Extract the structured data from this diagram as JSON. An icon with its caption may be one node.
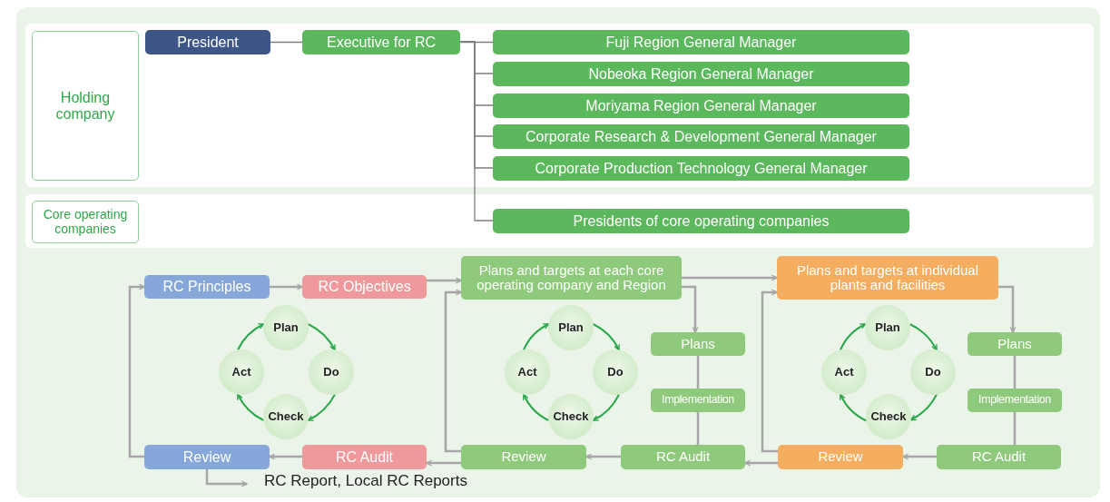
{
  "diagram": {
    "nodes": [
      {
        "text": [
          "Holding company"
        ]
      },
      {
        "text": [
          "Core operating companies"
        ]
      },
      {
        "text": [
          "President"
        ]
      },
      {
        "text": [
          "Executive for RC"
        ]
      },
      {
        "text": [
          "Fuji Region General Manager"
        ]
      },
      {
        "text": [
          "Nobeoka Region General Manager"
        ]
      },
      {
        "text": [
          "Moriyama Region General Manager"
        ]
      },
      {
        "text": [
          "Corporate Research & Development General Manager"
        ]
      },
      {
        "text": [
          "Corporate Production Technology General Manager"
        ]
      },
      {
        "text": [
          "Presidents of core operating companies"
        ]
      },
      {
        "text": [
          "RC Principles"
        ]
      },
      {
        "text": [
          "RC Objectives"
        ]
      },
      {
        "text": [
          "Plans and targets at each core operating company and Region"
        ]
      },
      {
        "text": [
          "Plans and targets at individual plants and facilities"
        ]
      },
      {
        "text": [
          "Plan"
        ]
      },
      {
        "text": [
          "Do"
        ]
      },
      {
        "text": [
          "Check"
        ]
      },
      {
        "text": [
          "Act"
        ]
      },
      {
        "text": [
          "Review"
        ]
      },
      {
        "text": [
          "RC Audit"
        ]
      },
      {
        "text": [
          "Plan"
        ]
      },
      {
        "text": [
          "Do"
        ]
      },
      {
        "text": [
          "Check"
        ]
      },
      {
        "text": [
          "Act"
        ]
      },
      {
        "text": [
          "Plans"
        ]
      },
      {
        "text": [
          "Implementation"
        ]
      },
      {
        "text": [
          "Review"
        ]
      },
      {
        "text": [
          "RC Audit"
        ]
      },
      {
        "text": [
          "Plan"
        ]
      },
      {
        "text": [
          "Do"
        ]
      },
      {
        "text": [
          "Check"
        ]
      },
      {
        "text": [
          "Act"
        ]
      },
      {
        "text": [
          "Plans"
        ]
      },
      {
        "text": [
          "Implementation"
        ]
      },
      {
        "text": [
          "Review"
        ]
      },
      {
        "text": [
          "RC Audit"
        ]
      },
      {
        "text": [
          "RC Report, Local RC Reports"
        ]
      }
    ],
    "edges": [
      {
        "from": 2,
        "to": 3,
        "arrow": "none",
        "color": "#7f7f7f"
      },
      {
        "from": 3,
        "to": 4,
        "arrow": "none",
        "color": "#7f7f7f"
      },
      {
        "from": 3,
        "to": 5,
        "arrow": "none",
        "color": "#7f7f7f"
      },
      {
        "from": 3,
        "to": 6,
        "arrow": "none",
        "color": "#7f7f7f"
      },
      {
        "from": 3,
        "to": 7,
        "arrow": "none",
        "color": "#7f7f7f"
      },
      {
        "from": 3,
        "to": 8,
        "arrow": "none",
        "color": "#7f7f7f"
      },
      {
        "from": 3,
        "to": 9,
        "arrow": "none",
        "color": "#7f7f7f"
      },
      {
        "from": 10,
        "to": 11,
        "arrow": "to"
      },
      {
        "from": 11,
        "to": 12,
        "arrow": "to"
      },
      {
        "from": 12,
        "to": 13,
        "arrow": "to"
      },
      {
        "from": 12,
        "to": 24,
        "arrow": "to"
      },
      {
        "from": 13,
        "to": 32,
        "arrow": "to"
      },
      {
        "from": 14,
        "to": 15,
        "arrow": "to",
        "color": "#2aa84a"
      },
      {
        "from": 15,
        "to": 16,
        "arrow": "to",
        "color": "#2aa84a"
      },
      {
        "from": 16,
        "to": 17,
        "arrow": "to",
        "color": "#2aa84a"
      },
      {
        "from": 17,
        "to": 14,
        "arrow": "to",
        "color": "#2aa84a"
      },
      {
        "from": 20,
        "to": 21,
        "arrow": "to",
        "color": "#2aa84a"
      },
      {
        "from": 21,
        "to": 22,
        "arrow": "to",
        "color": "#2aa84a"
      },
      {
        "from": 22,
        "to": 23,
        "arrow": "to",
        "color": "#2aa84a"
      },
      {
        "from": 23,
        "to": 20,
        "arrow": "to",
        "color": "#2aa84a"
      },
      {
        "from": 28,
        "to": 29,
        "arrow": "to",
        "color": "#2aa84a"
      },
      {
        "from": 29,
        "to": 30,
        "arrow": "to",
        "color": "#2aa84a"
      },
      {
        "from": 30,
        "to": 31,
        "arrow": "to",
        "color": "#2aa84a"
      },
      {
        "from": 31,
        "to": 28,
        "arrow": "to",
        "color": "#2aa84a"
      },
      {
        "from": 24,
        "to": 25,
        "arrow": "none"
      },
      {
        "from": 25,
        "to": 27,
        "arrow": "none"
      },
      {
        "from": 32,
        "to": 33,
        "arrow": "none"
      },
      {
        "from": 33,
        "to": 35,
        "arrow": "none"
      },
      {
        "from": 35,
        "to": 34,
        "arrow": "to"
      },
      {
        "from": 34,
        "to": 13,
        "arrow": "to"
      },
      {
        "from": 34,
        "to": 27,
        "arrow": "to"
      },
      {
        "from": 27,
        "to": 26,
        "arrow": "to"
      },
      {
        "from": 26,
        "to": 12,
        "arrow": "to"
      },
      {
        "from": 26,
        "to": 19,
        "arrow": "to"
      },
      {
        "from": 19,
        "to": 18,
        "arrow": "to"
      },
      {
        "from": 18,
        "to": 10,
        "arrow": "to"
      },
      {
        "from": 18,
        "to": 36,
        "arrow": "to"
      }
    ]
  }
}
